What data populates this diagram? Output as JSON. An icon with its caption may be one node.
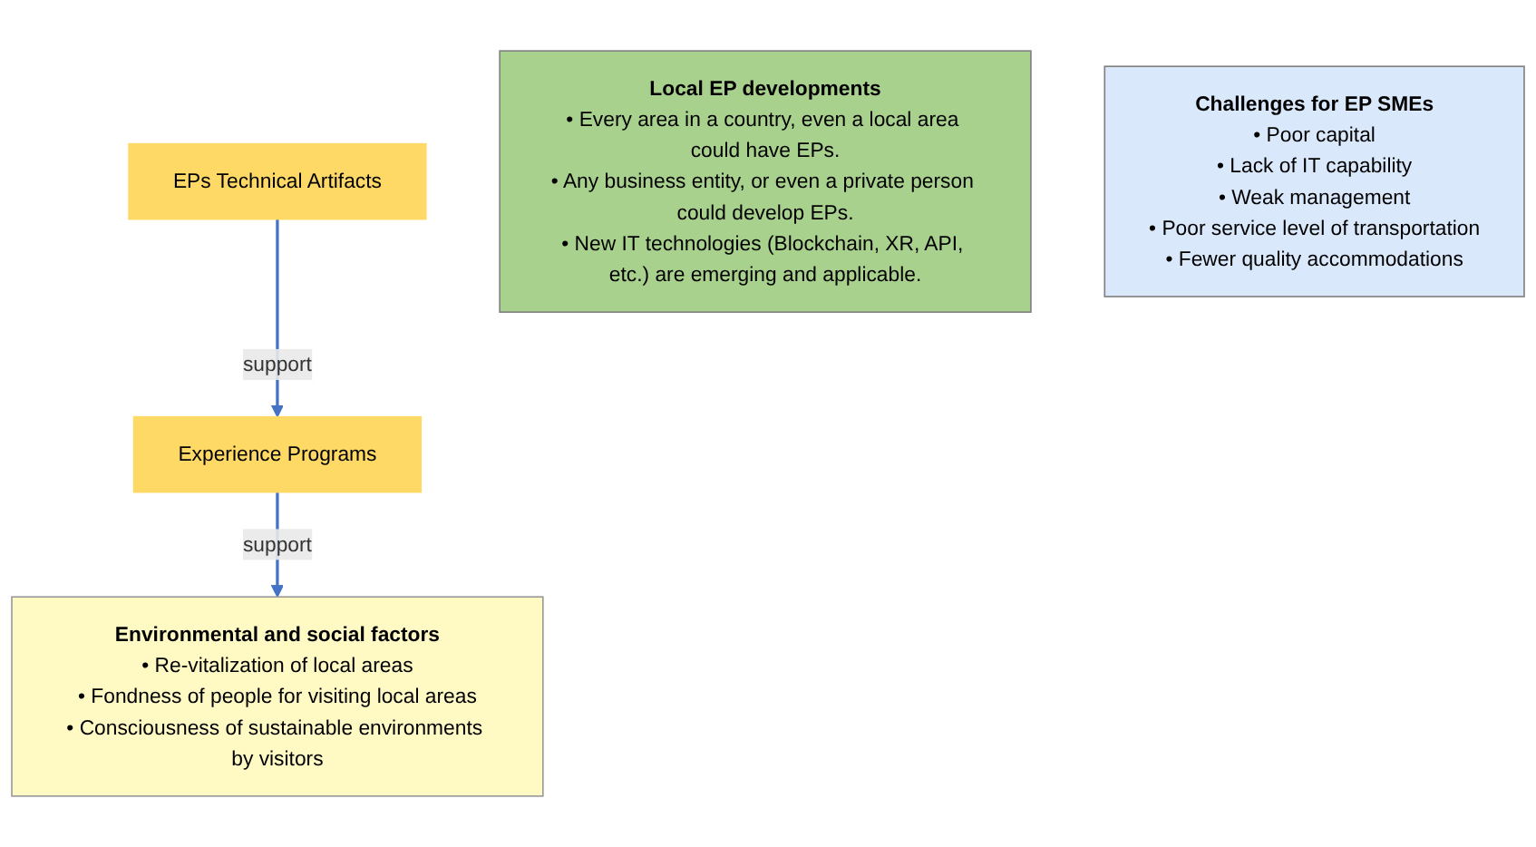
{
  "diagram": {
    "nodes": [
      {
        "text": [
          "EPs Technical Artifacts"
        ]
      },
      {
        "text": [
          "Experience Programs"
        ]
      },
      {
        "text": [
          "Environmental and social factors",
          "• Re-vitalization of local areas",
          "• Fondness of people for visiting local areas",
          "• Consciousness of sustainable environments by visitors"
        ]
      },
      {
        "text": [
          "Local EP developments",
          "• Every area in a country, even a local area could have EPs.",
          "• Any business entity, or even a private person could develop EPs.",
          "• New IT technologies (Blockchain, XR, API, etc.) are emerging and applicable."
        ]
      },
      {
        "text": [
          "Challenges for EP SMEs",
          "• Poor capital",
          "• Lack of IT capability",
          "• Weak management",
          "• Poor service level of transportation",
          "• Fewer quality accommodations"
        ]
      }
    ],
    "edges": [
      {
        "from": 0,
        "to": 1,
        "arrow": "to",
        "label": "support"
      },
      {
        "from": 1,
        "to": 2,
        "arrow": "to",
        "label": "support"
      }
    ]
  }
}
